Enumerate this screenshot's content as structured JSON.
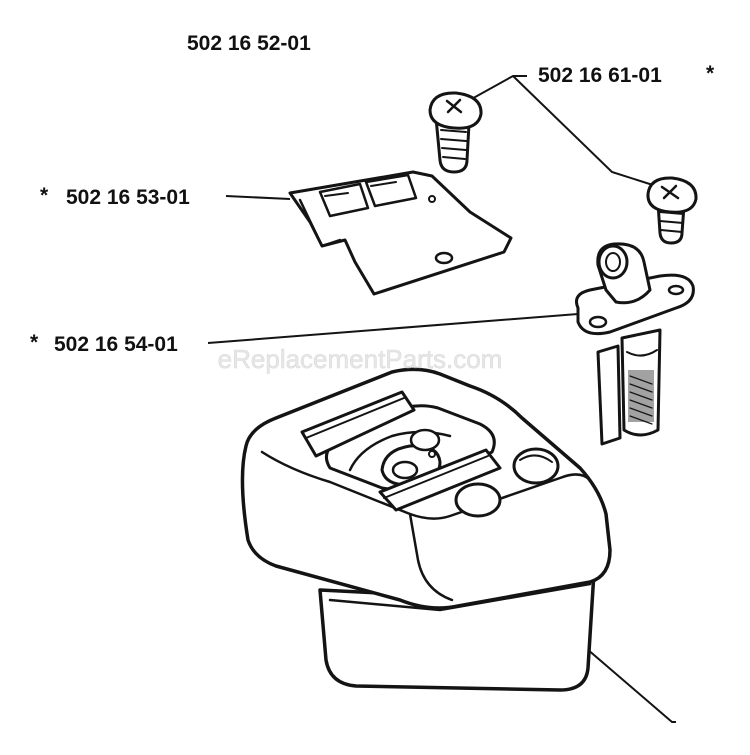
{
  "labels": {
    "top_part": "502 16 52-01",
    "screw_part": "502 16 61-01",
    "screw_star": "*",
    "cover_plate_star": "*",
    "cover_plate_part": "502 16 53-01",
    "outlet_star": "*",
    "outlet_part": "502 16 54-01"
  },
  "watermark": "eReplacementParts.com",
  "colors": {
    "ink": "#141414",
    "background": "#ffffff",
    "watermark": "#d4d4d4"
  }
}
